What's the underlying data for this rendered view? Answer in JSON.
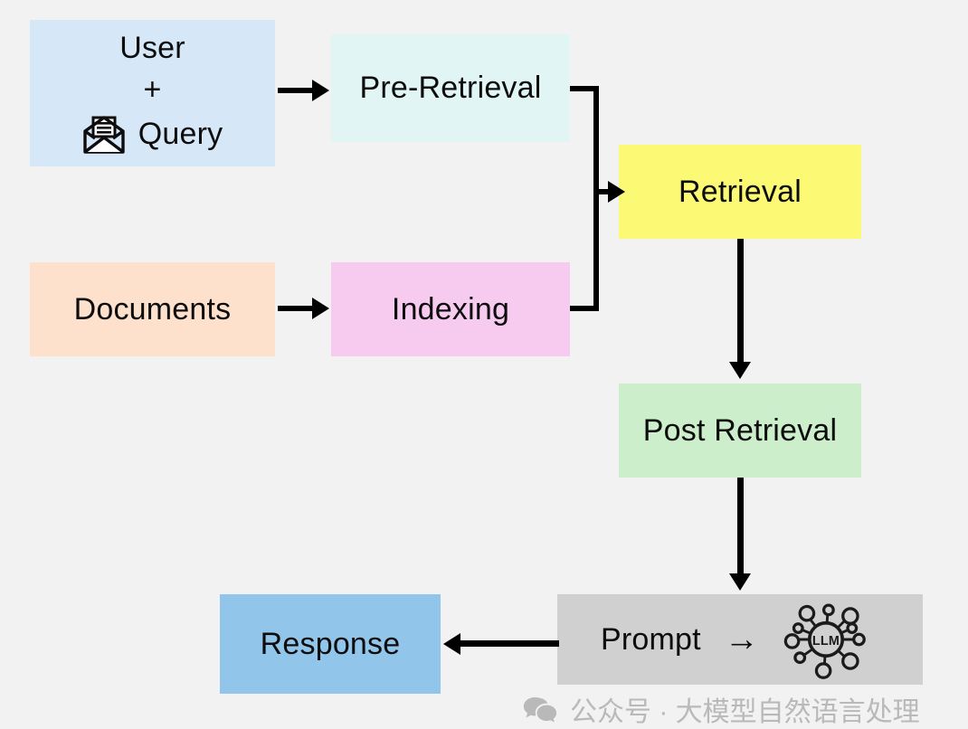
{
  "diagram": {
    "title": "RAG pipeline flow diagram",
    "background_color": "#f2f2f2",
    "nodes": [
      {
        "id": "user",
        "label": "User",
        "label_plus": "+",
        "label_query": "Query",
        "icon": "open-envelope-icon",
        "color": "#d6e7f8"
      },
      {
        "id": "pre",
        "label": "Pre-Retrieval",
        "color": "#e0f5f4"
      },
      {
        "id": "retrieval",
        "label": "Retrieval",
        "color": "#fcfa75"
      },
      {
        "id": "documents",
        "label": "Documents",
        "color": "#fde1cd"
      },
      {
        "id": "indexing",
        "label": "Indexing",
        "color": "#f7cbef"
      },
      {
        "id": "post",
        "label": "Post Retrieval",
        "color": "#cdeecb"
      },
      {
        "id": "prompt",
        "label": "Prompt",
        "arrow": "→",
        "icon_label": "LLM",
        "color": "#d0d0d0"
      },
      {
        "id": "response",
        "label": "Response",
        "color": "#92c5ea"
      }
    ],
    "edges": [
      {
        "from": "user",
        "to": "pre",
        "style": "straight-right"
      },
      {
        "from": "documents",
        "to": "indexing",
        "style": "straight-right"
      },
      {
        "from": "pre",
        "to": "retrieval",
        "style": "elbow-merge-right"
      },
      {
        "from": "indexing",
        "to": "retrieval",
        "style": "elbow-merge-right"
      },
      {
        "from": "retrieval",
        "to": "post",
        "style": "straight-down"
      },
      {
        "from": "post",
        "to": "prompt",
        "style": "straight-down"
      },
      {
        "from": "prompt",
        "to": "response",
        "style": "straight-left"
      }
    ]
  },
  "watermark": {
    "text": "公众号 · 大模型自然语言处理",
    "icon": "wechat-icon",
    "color": "#b9b9b9"
  }
}
